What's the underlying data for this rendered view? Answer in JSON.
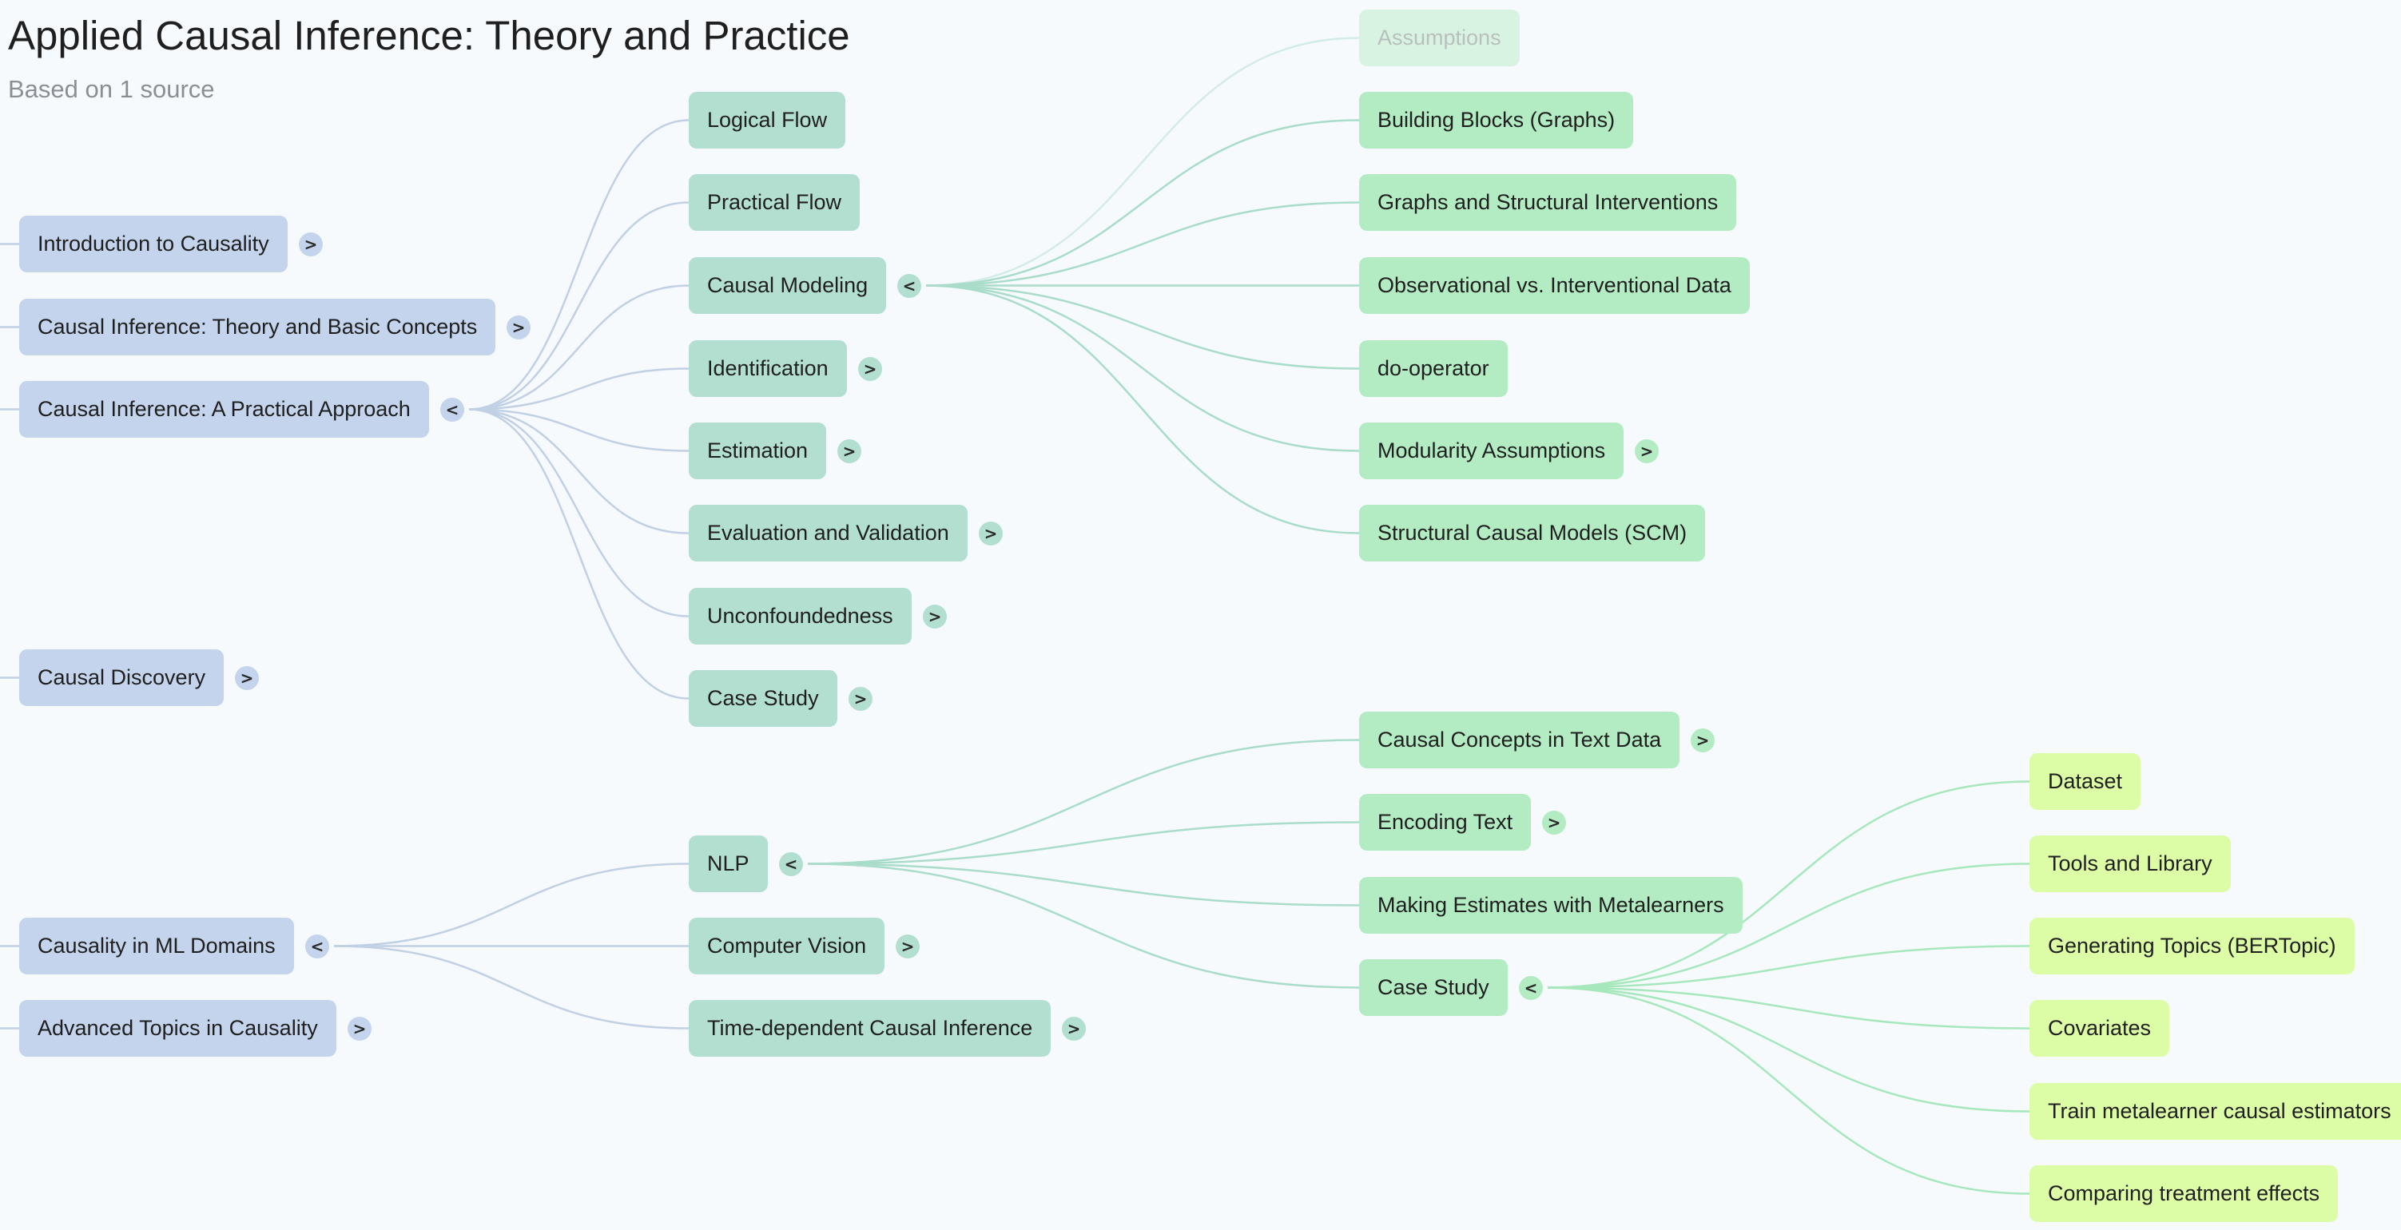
{
  "header": {
    "title": "Applied Causal Inference: Theory and Practice",
    "subtitle": "Based on 1 source"
  },
  "colors": {
    "level1": "#c3d4ec",
    "level2": "#b3dfd0",
    "level3": "#b3ecc3",
    "level4": "#ddfca6",
    "link_level1": "#c1d0e4",
    "link_level2": "#a9dcc9",
    "link_level3": "#a6e8bb"
  },
  "icons": {
    "expand": "chevron-right-icon",
    "collapse": "chevron-left-icon"
  },
  "mindmap": {
    "level1": [
      {
        "id": "intro",
        "label": "Introduction to Causality",
        "toggle": ">"
      },
      {
        "id": "theory",
        "label": "Causal Inference: Theory and Basic Concepts",
        "toggle": ">"
      },
      {
        "id": "practical",
        "label": "Causal Inference: A Practical Approach",
        "toggle": "<"
      },
      {
        "id": "discovery",
        "label": "Causal Discovery",
        "toggle": ">"
      },
      {
        "id": "ml",
        "label": "Causality in ML Domains",
        "toggle": "<"
      },
      {
        "id": "advanced",
        "label": "Advanced Topics in Causality",
        "toggle": ">"
      }
    ],
    "level2": [
      {
        "id": "logical",
        "parent": "practical",
        "label": "Logical Flow",
        "toggle": ""
      },
      {
        "id": "pflow",
        "parent": "practical",
        "label": "Practical Flow",
        "toggle": ""
      },
      {
        "id": "modeling",
        "parent": "practical",
        "label": "Causal Modeling",
        "toggle": "<"
      },
      {
        "id": "ident",
        "parent": "practical",
        "label": "Identification",
        "toggle": ">"
      },
      {
        "id": "estim",
        "parent": "practical",
        "label": "Estimation",
        "toggle": ">"
      },
      {
        "id": "evalv",
        "parent": "practical",
        "label": "Evaluation and Validation",
        "toggle": ">"
      },
      {
        "id": "unconf",
        "parent": "practical",
        "label": "Unconfoundedness",
        "toggle": ">"
      },
      {
        "id": "case1",
        "parent": "practical",
        "label": "Case Study",
        "toggle": ">"
      },
      {
        "id": "nlp",
        "parent": "ml",
        "label": "NLP",
        "toggle": "<"
      },
      {
        "id": "cv",
        "parent": "ml",
        "label": "Computer Vision",
        "toggle": ">"
      },
      {
        "id": "timedep",
        "parent": "ml",
        "label": "Time-dependent Causal Inference",
        "toggle": ">"
      }
    ],
    "level3": [
      {
        "id": "assump",
        "parent": "modeling",
        "label": "Assumptions",
        "toggle": "",
        "faded": true
      },
      {
        "id": "blocks",
        "parent": "modeling",
        "label": "Building Blocks (Graphs)",
        "toggle": ""
      },
      {
        "id": "graphs",
        "parent": "modeling",
        "label": "Graphs and Structural Interventions",
        "toggle": ""
      },
      {
        "id": "obsint",
        "parent": "modeling",
        "label": "Observational vs. Interventional Data",
        "toggle": ""
      },
      {
        "id": "doop",
        "parent": "modeling",
        "label": "do-operator",
        "toggle": ""
      },
      {
        "id": "modul",
        "parent": "modeling",
        "label": "Modularity Assumptions",
        "toggle": ">"
      },
      {
        "id": "scm",
        "parent": "modeling",
        "label": "Structural Causal Models (SCM)",
        "toggle": ""
      },
      {
        "id": "ctext",
        "parent": "nlp",
        "label": "Causal Concepts in Text Data",
        "toggle": ">"
      },
      {
        "id": "enc",
        "parent": "nlp",
        "label": "Encoding Text",
        "toggle": ">"
      },
      {
        "id": "meta",
        "parent": "nlp",
        "label": "Making Estimates with Metalearners",
        "toggle": ""
      },
      {
        "id": "case2",
        "parent": "nlp",
        "label": "Case Study",
        "toggle": "<"
      }
    ],
    "level4": [
      {
        "id": "dataset",
        "parent": "case2",
        "label": "Dataset",
        "toggle": ""
      },
      {
        "id": "tools",
        "parent": "case2",
        "label": "Tools and Library",
        "toggle": ""
      },
      {
        "id": "bert",
        "parent": "case2",
        "label": "Generating Topics (BERTopic)",
        "toggle": ""
      },
      {
        "id": "covar",
        "parent": "case2",
        "label": "Covariates",
        "toggle": ""
      },
      {
        "id": "train",
        "parent": "case2",
        "label": "Train metalearner causal estimators",
        "toggle": ""
      },
      {
        "id": "compare",
        "parent": "case2",
        "label": "Comparing treatment effects",
        "toggle": ""
      }
    ]
  }
}
